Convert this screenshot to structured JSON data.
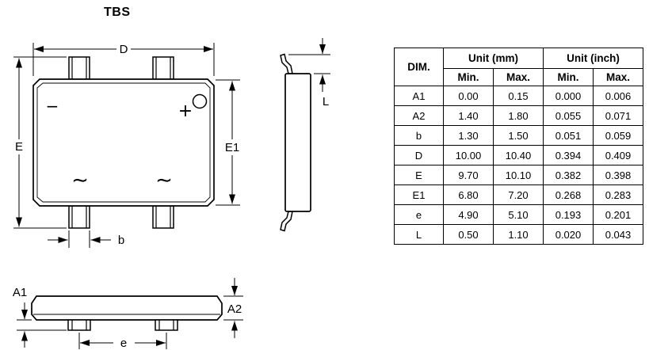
{
  "title": "TBS",
  "drawing": {
    "dim_labels": {
      "D": "D",
      "E": "E",
      "E1": "E1",
      "b": "b",
      "L": "L",
      "A1": "A1",
      "A2": "A2",
      "e": "e"
    },
    "marks": {
      "minus": "−",
      "plus": "+",
      "ac_left": "∼",
      "ac_right": "∼"
    }
  },
  "table": {
    "header": {
      "dim": "DIM.",
      "unit_mm": "Unit (mm)",
      "unit_inch": "Unit (inch)",
      "min": "Min.",
      "max": "Max."
    },
    "rows": [
      {
        "dim": "A1",
        "mm_min": "0.00",
        "mm_max": "0.15",
        "in_min": "0.000",
        "in_max": "0.006"
      },
      {
        "dim": "A2",
        "mm_min": "1.40",
        "mm_max": "1.80",
        "in_min": "0.055",
        "in_max": "0.071"
      },
      {
        "dim": "b",
        "mm_min": "1.30",
        "mm_max": "1.50",
        "in_min": "0.051",
        "in_max": "0.059"
      },
      {
        "dim": "D",
        "mm_min": "10.00",
        "mm_max": "10.40",
        "in_min": "0.394",
        "in_max": "0.409"
      },
      {
        "dim": "E",
        "mm_min": "9.70",
        "mm_max": "10.10",
        "in_min": "0.382",
        "in_max": "0.398"
      },
      {
        "dim": "E1",
        "mm_min": "6.80",
        "mm_max": "7.20",
        "in_min": "0.268",
        "in_max": "0.283"
      },
      {
        "dim": "e",
        "mm_min": "4.90",
        "mm_max": "5.10",
        "in_min": "0.193",
        "in_max": "0.201"
      },
      {
        "dim": "L",
        "mm_min": "0.50",
        "mm_max": "1.10",
        "in_min": "0.020",
        "in_max": "0.043"
      }
    ]
  }
}
